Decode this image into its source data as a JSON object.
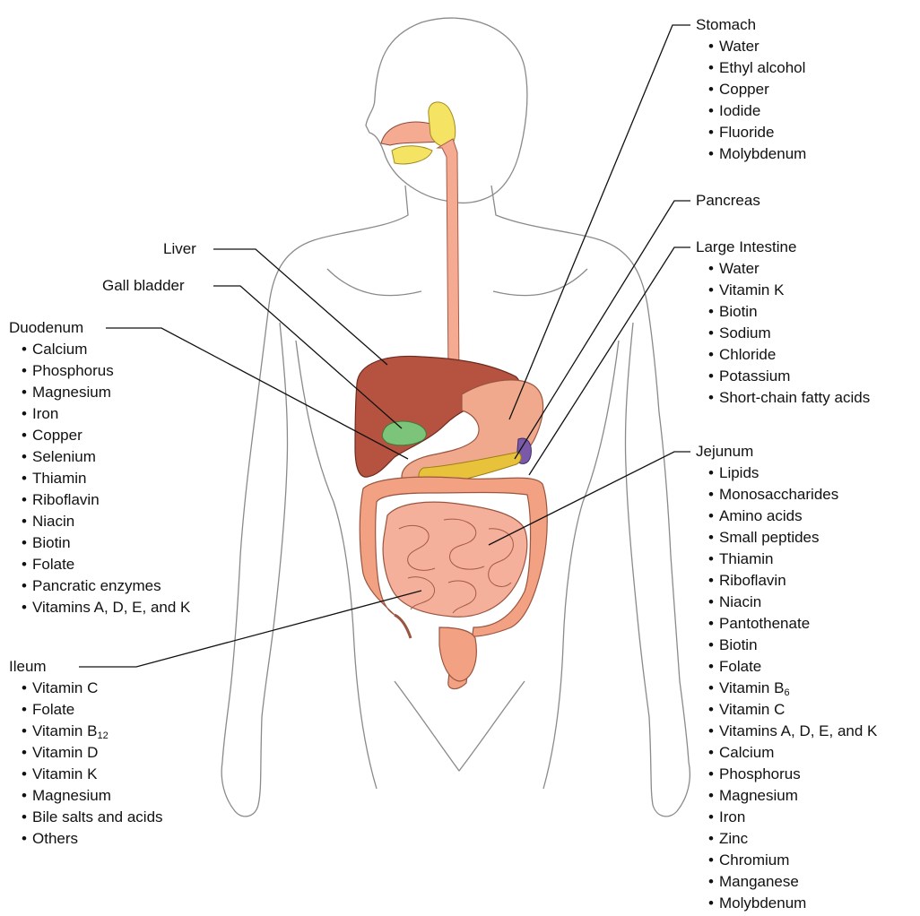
{
  "labels": {
    "stomach": {
      "title": "Stomach",
      "items": [
        "Water",
        "Ethyl alcohol",
        "Copper",
        "Iodide",
        "Fluoride",
        "Molybdenum"
      ]
    },
    "pancreas": {
      "title": "Pancreas"
    },
    "large_intestine": {
      "title": "Large Intestine",
      "items": [
        "Water",
        "Vitamin K",
        "Biotin",
        "Sodium",
        "Chloride",
        "Potassium",
        "Short-chain fatty acids"
      ]
    },
    "jejunum": {
      "title": "Jejunum",
      "items": [
        "Lipids",
        "Monosaccharides",
        "Amino acids",
        "Small peptides",
        "Thiamin",
        "Riboflavin",
        "Niacin",
        "Pantothenate",
        "Biotin",
        "Folate"
      ],
      "b6_text": "Vitamin B",
      "b6_sub": "6",
      "items_after": [
        "Vitamin C",
        "Vitamins A, D, E, and K",
        "Calcium",
        "Phosphorus",
        "Magnesium",
        "Iron",
        "Zinc",
        "Chromium",
        "Manganese",
        "Molybdenum"
      ]
    },
    "liver": {
      "title": "Liver"
    },
    "gall_bladder": {
      "title": "Gall bladder"
    },
    "duodenum": {
      "title": "Duodenum",
      "items": [
        "Calcium",
        "Phosphorus",
        "Magnesium",
        "Iron",
        "Copper",
        "Selenium",
        "Thiamin",
        "Riboflavin",
        "Niacin",
        "Biotin",
        "Folate",
        "Pancratic enzymes",
        "Vitamins A, D, E, and K"
      ]
    },
    "ileum": {
      "title": "Ileum",
      "items_before": [
        "Vitamin C",
        "Folate"
      ],
      "b12_text": "Vitamin B",
      "b12_sub": "12",
      "items_after": [
        "Vitamin D",
        "Vitamin K",
        "Magnesium",
        "Bile salts and acids",
        "Others"
      ]
    }
  },
  "colors": {
    "body_outline": "#8a8a8a",
    "liver": "#b55340",
    "gall_bladder": "#7cc47a",
    "stomach": "#f0a98c",
    "pancreas": "#e8c23a",
    "spleen": "#7a5aa8",
    "intestine": "#f2a283",
    "esophagus": "#f4ab92",
    "salivary_gland": "#f5e463",
    "leader_line": "#111111"
  }
}
